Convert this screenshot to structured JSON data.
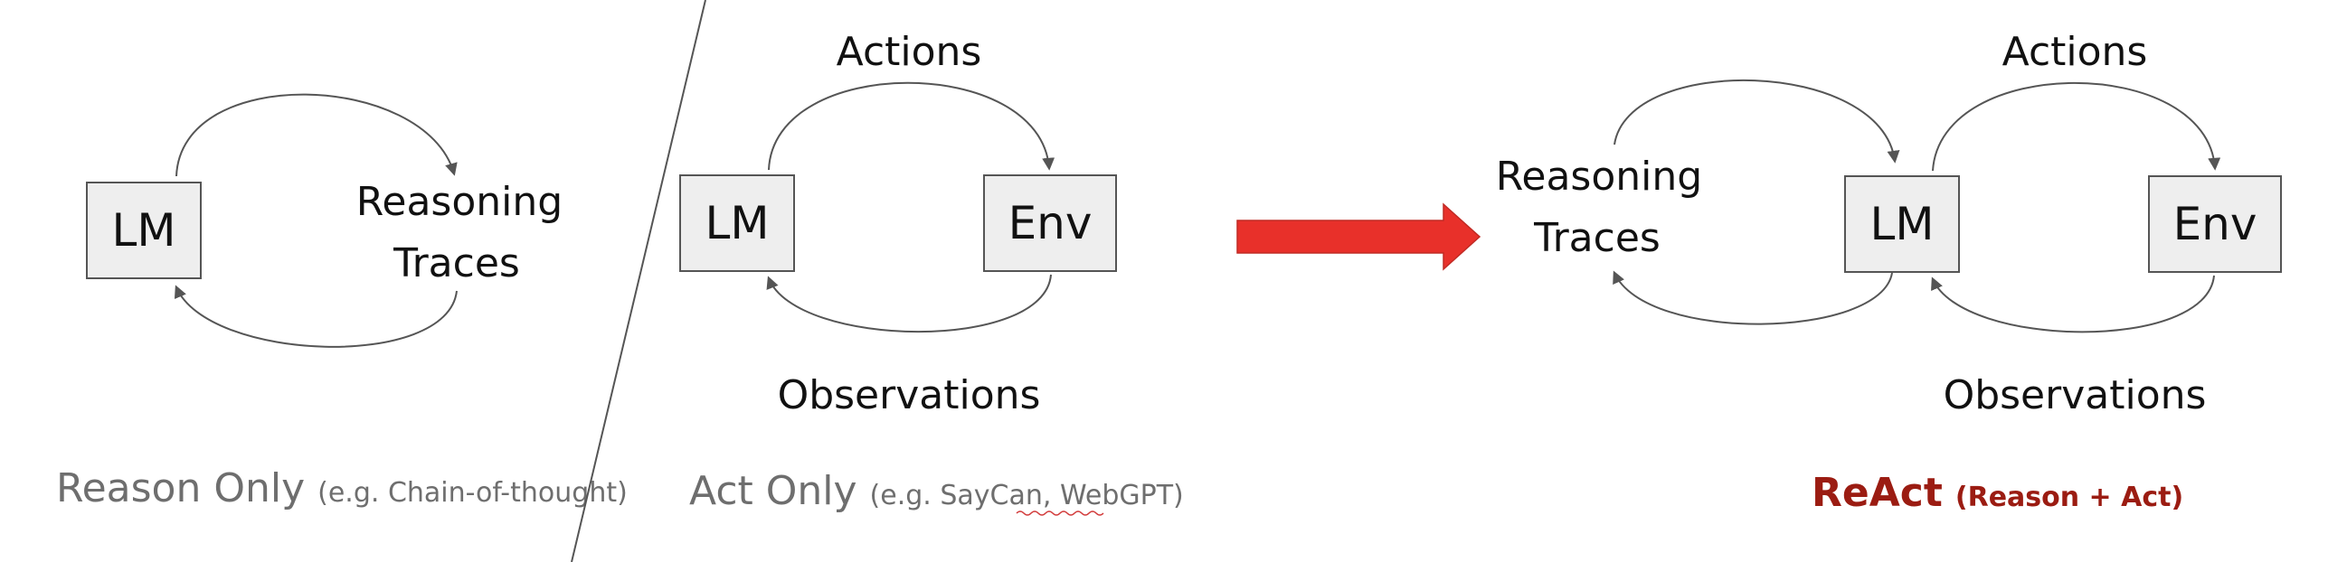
{
  "colors": {
    "react_accent": "#9b1c12",
    "transition_arrow": "#e8302a",
    "caption_gray": "#6e6e6e"
  },
  "reason_only": {
    "lm_label": "LM",
    "reasoning_line1": "Reasoning",
    "reasoning_line2": "Traces",
    "caption_main": "Reason Only",
    "caption_sub": "(e.g. Chain-of-thought)"
  },
  "act_only": {
    "lm_label": "LM",
    "env_label": "Env",
    "actions_label": "Actions",
    "observations_label": "Observations",
    "caption_main": "Act Only",
    "caption_sub_prefix": "(e.g. SayCan, ",
    "caption_sub_link": "WebGPT",
    "caption_sub_suffix": ")"
  },
  "react": {
    "reasoning_line1": "Reasoning",
    "reasoning_line2": "Traces",
    "lm_label": "LM",
    "env_label": "Env",
    "actions_label": "Actions",
    "observations_label": "Observations",
    "caption_main": "ReAct",
    "caption_sub": "(Reason + Act)"
  },
  "transition_arrow_icon": "right-arrow-icon"
}
